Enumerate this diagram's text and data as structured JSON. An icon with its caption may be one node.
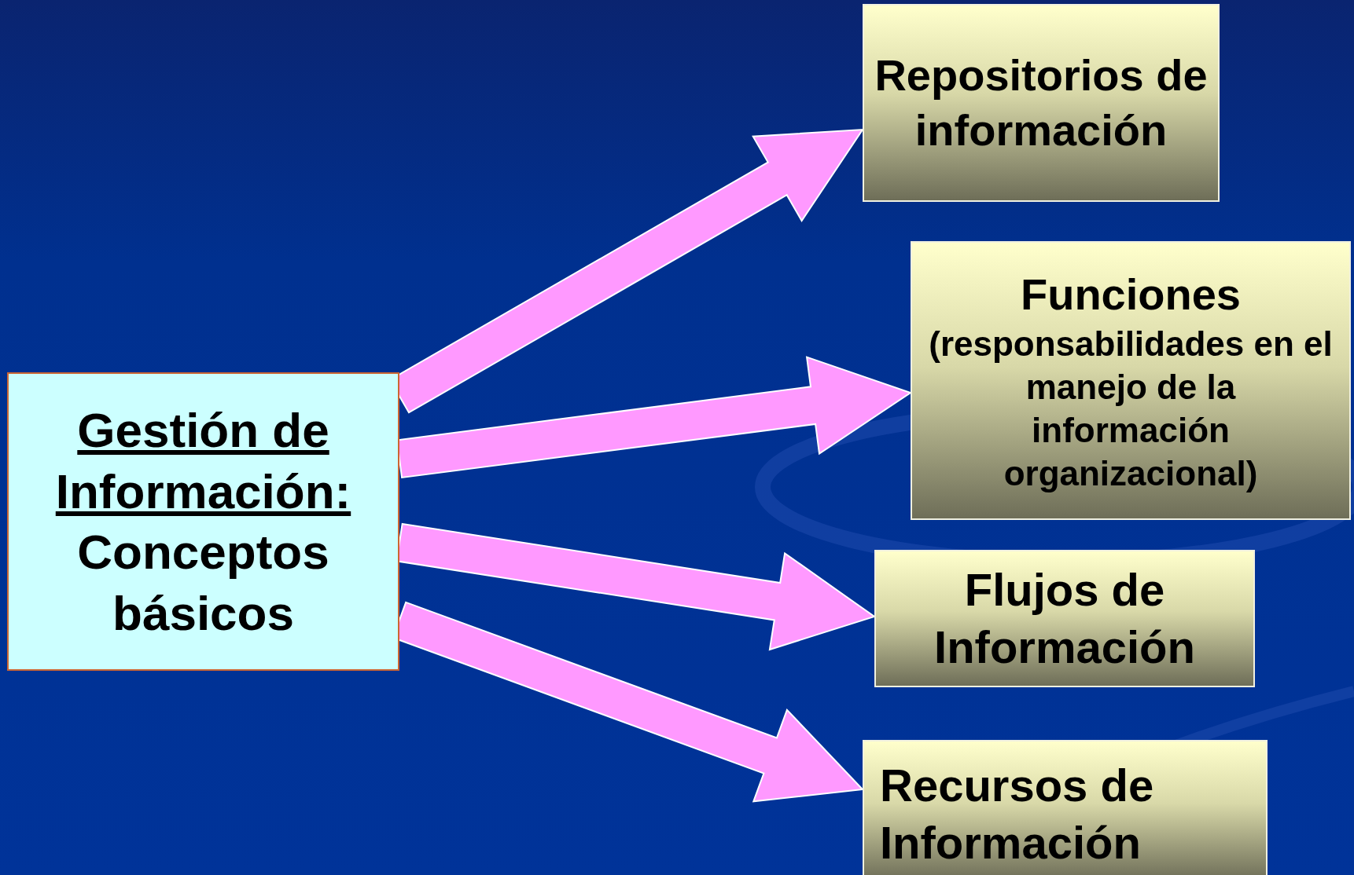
{
  "diagram": {
    "nodes": [
      {
        "text": [
          "Gestión de Información:",
          "Conceptos básicos"
        ]
      },
      {
        "text": [
          "Repositorios de información"
        ]
      },
      {
        "text": [
          "Funciones",
          "(responsabilidades en el manejo de la información organizacional)"
        ]
      },
      {
        "text": [
          "Flujos de Información"
        ]
      },
      {
        "text": [
          "Recursos de Información"
        ]
      }
    ],
    "edges": [
      {
        "from": 0,
        "to": 1,
        "arrow": "to"
      },
      {
        "from": 0,
        "to": 2,
        "arrow": "to"
      },
      {
        "from": 0,
        "to": 3,
        "arrow": "to"
      },
      {
        "from": 0,
        "to": 4,
        "arrow": "to"
      }
    ]
  }
}
